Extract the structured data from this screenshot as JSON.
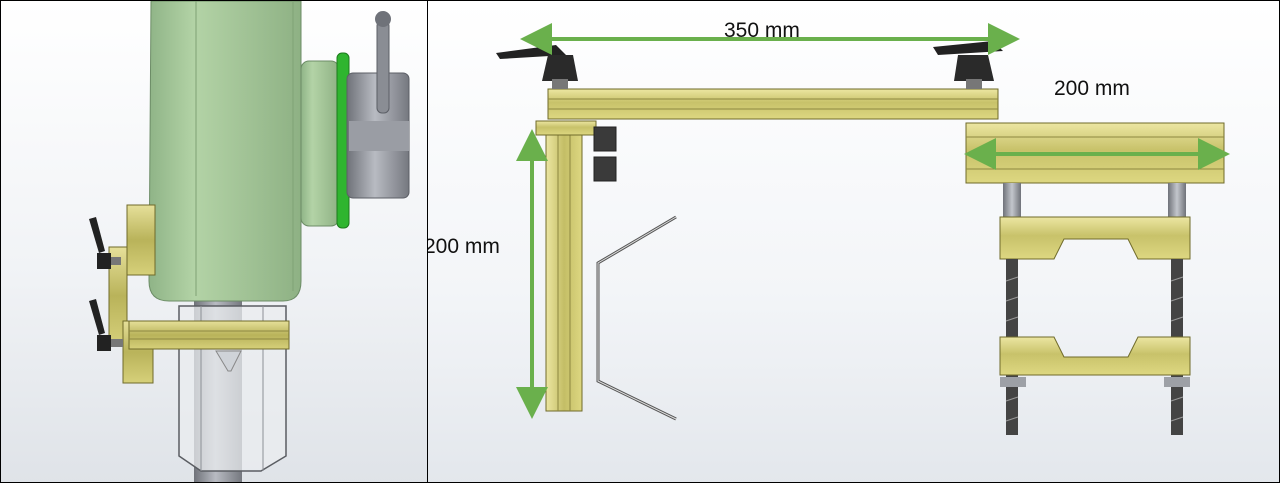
{
  "dimensions": {
    "top_width": "350 mm",
    "side_width": "200 mm",
    "vertical_height": "200 mm"
  },
  "colors": {
    "dimension_arrow": "#6ab04c",
    "profile_yellow": "#d2cc6a",
    "machine_green": "#a9c79c",
    "steel_gray": "#8a8c92",
    "clamp_black": "#222222"
  }
}
